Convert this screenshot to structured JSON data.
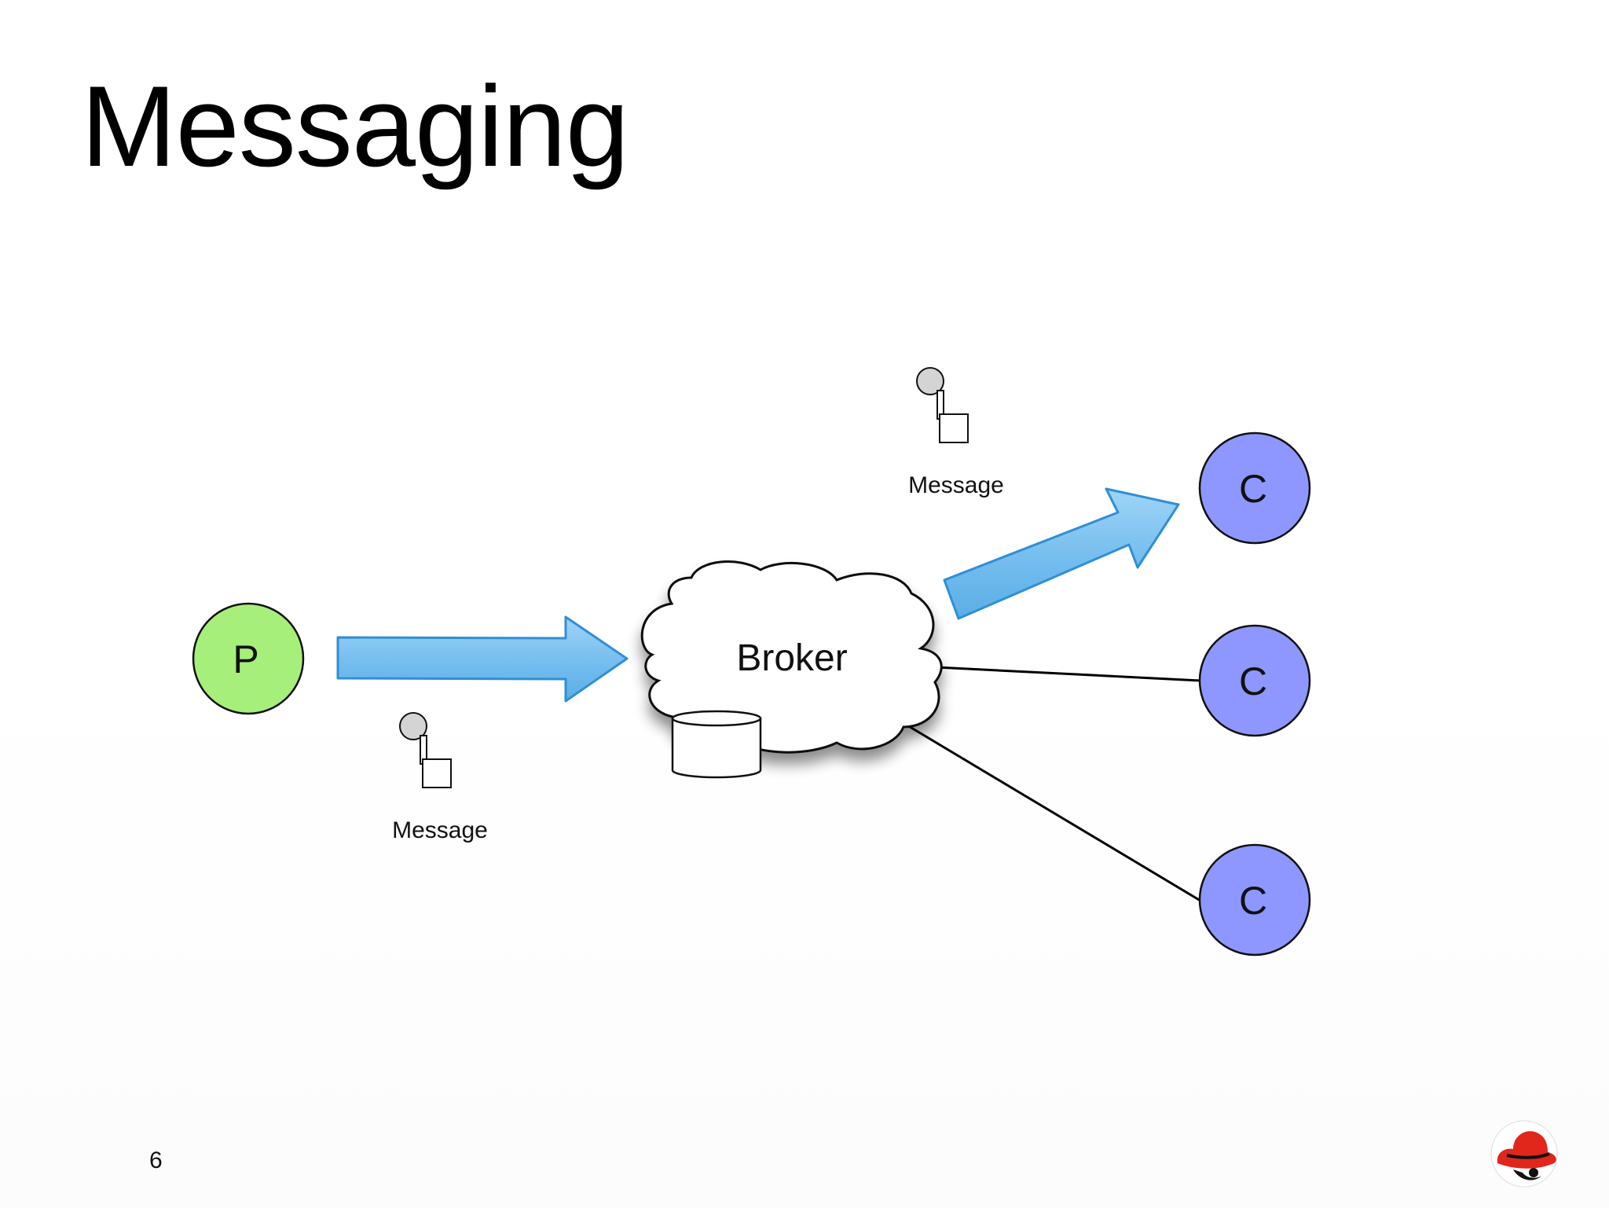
{
  "slide": {
    "title": "Messaging",
    "page_number": "6"
  },
  "diagram": {
    "producer": {
      "label": "P",
      "color": "#a6ef7a"
    },
    "broker": {
      "label": "Broker"
    },
    "consumers": [
      {
        "label": "C",
        "color": "#8e97ff"
      },
      {
        "label": "C",
        "color": "#8e97ff"
      },
      {
        "label": "C",
        "color": "#8e97ff"
      }
    ],
    "messages": [
      {
        "label": "Message"
      },
      {
        "label": "Message"
      }
    ],
    "arrow_color": "#6db8ec",
    "arrow_stroke": "#2f8fd6"
  },
  "logo": {
    "name": "red-hat-logo-icon",
    "color": "#e1261c"
  }
}
